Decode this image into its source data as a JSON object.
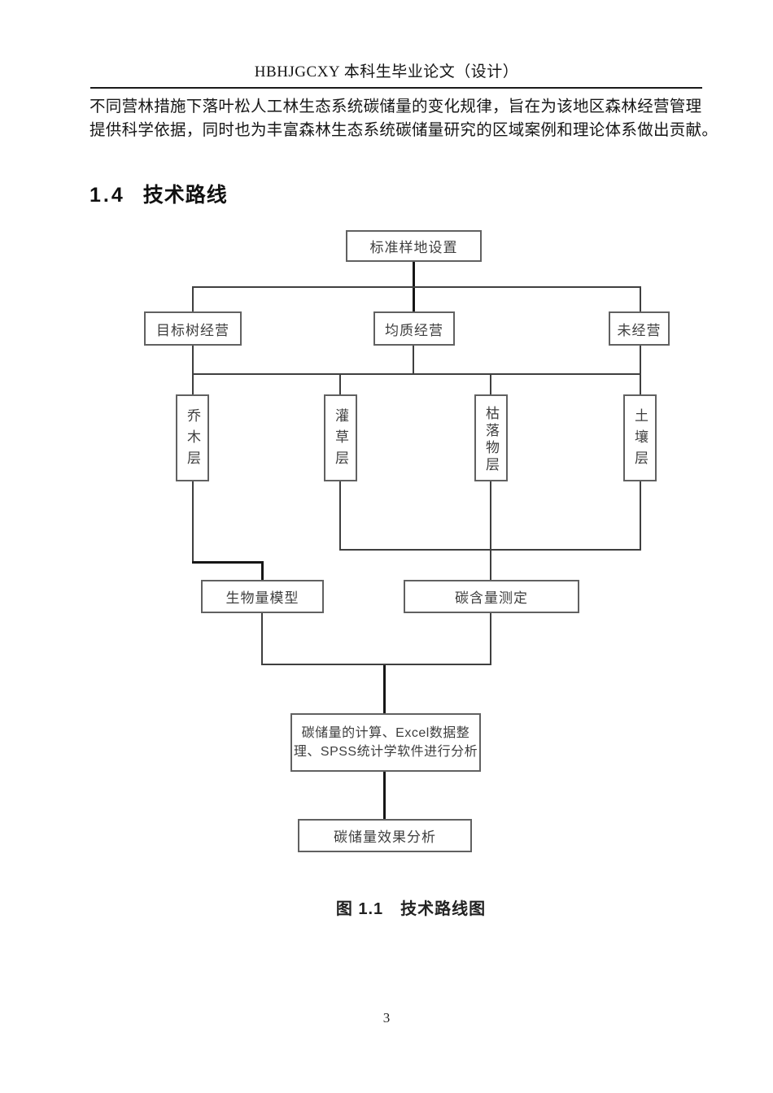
{
  "header": {
    "title": "HBHJGCXY 本科生毕业论文（设计）"
  },
  "body": {
    "paragraph_line1": "不同营林措施下落叶松人工林生态系统碳储量的变化规律，旨在为该地区森林经营管理",
    "paragraph_line2": "提供科学依据，同时也为丰富森林生态系统碳储量研究的区域案例和理论体系做出贡献。",
    "section_number": "1.4",
    "section_title": "技术路线"
  },
  "diagram": {
    "nodes": {
      "setup": "标准样地设置",
      "target_tree": "目标树经营",
      "homogeneous": "均质经营",
      "unmanaged": "未经营",
      "tree_layer": "乔木层",
      "shrub_grass_layer": "灌草层",
      "litter_layer": "枯落物层",
      "soil_layer": "土壤层",
      "biomass_model": "生物量模型",
      "carbon_content": "碳含量测定",
      "calc_line1": "碳储量的计算、Excel数据整",
      "calc_line2": "理、SPSS统计学软件进行分析",
      "result": "碳储量效果分析"
    },
    "caption": "图 1.1　技术路线图"
  },
  "footer": {
    "page_number": "3"
  },
  "colors": {
    "text": "#1c1c1c",
    "box_border": "#616161",
    "box_text": "#3e3e3e",
    "connector": "#3f3f3f",
    "connector_bold": "#161616",
    "background": "#ffffff"
  }
}
